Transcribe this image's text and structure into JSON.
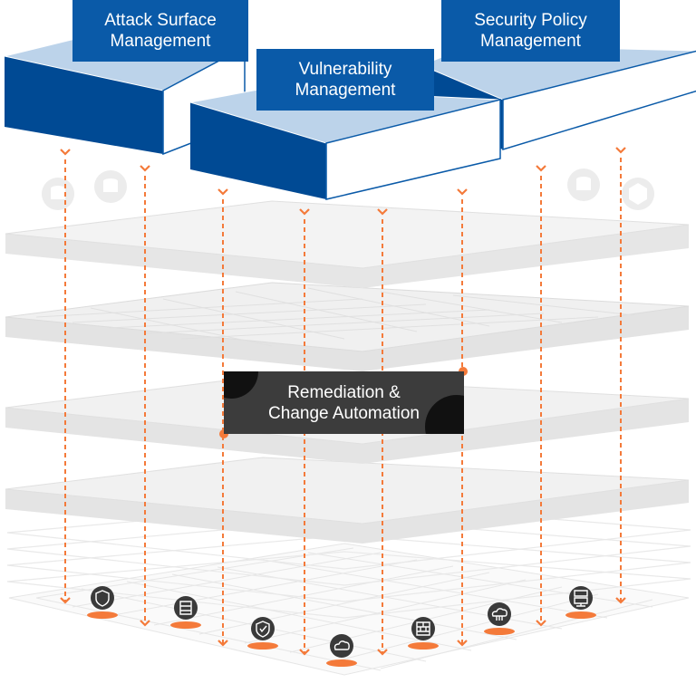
{
  "blocks": [
    {
      "id": "attack-surface",
      "line1": "Attack Surface",
      "line2": "Management"
    },
    {
      "id": "vulnerability",
      "line1": "Vulnerability",
      "line2": "Management"
    },
    {
      "id": "security-policy",
      "line1": "Security Policy",
      "line2": "Management"
    }
  ],
  "center": {
    "line1": "Remediation &",
    "line2": "Change Automation"
  },
  "colors": {
    "brand_blue": "#0a5aa8",
    "block_side": "#004a94",
    "block_top": "#bcd3ea",
    "accent_orange": "#f47a3a",
    "center_bg": "#3c3c3c",
    "layer_fill": "#eeeeee"
  },
  "device_icons": [
    "shield-lock-icon",
    "database-icon",
    "shield-check-icon",
    "cloud-icon",
    "firewall-icon",
    "cloud-network-icon",
    "server-icon"
  ],
  "faded_icons": [
    "database-icon",
    "database-icon",
    "database-icon",
    "security-icon"
  ]
}
